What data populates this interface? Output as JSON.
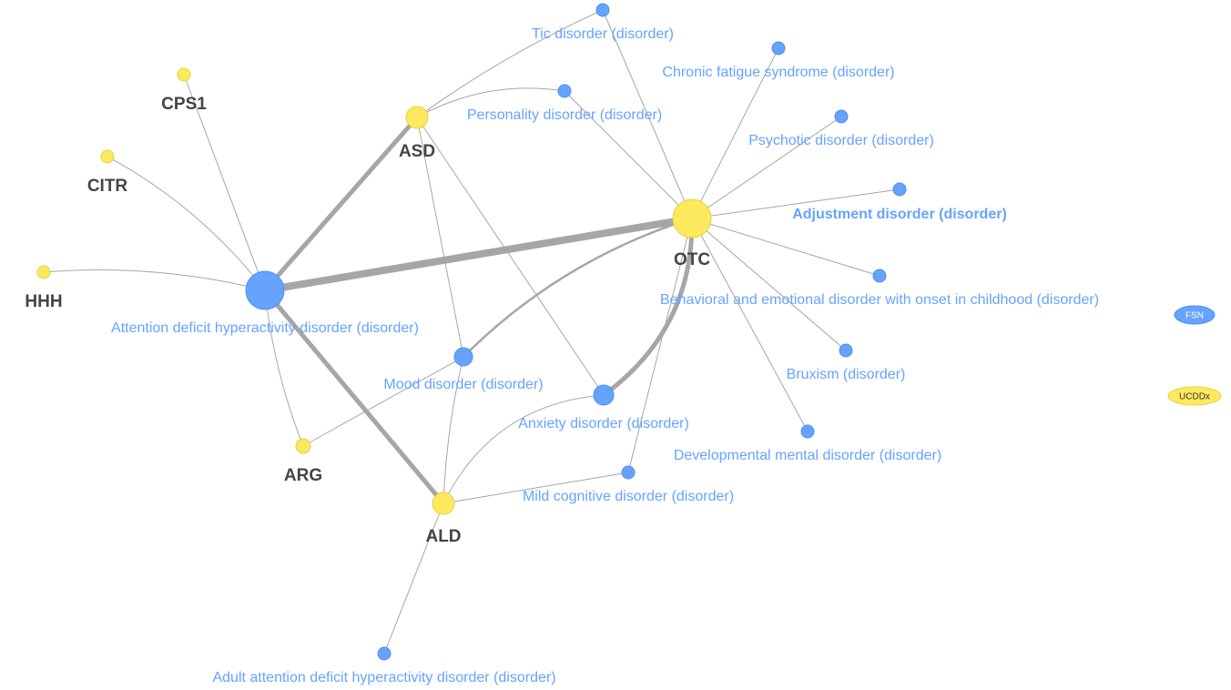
{
  "genes": [
    {
      "id": "CPS1",
      "label": "CPS1"
    },
    {
      "id": "CITR",
      "label": "CITR"
    },
    {
      "id": "HHH",
      "label": "HHH"
    },
    {
      "id": "ASD",
      "label": "ASD"
    },
    {
      "id": "OTC",
      "label": "OTC"
    },
    {
      "id": "ARG",
      "label": "ARG"
    },
    {
      "id": "ALD",
      "label": "ALD"
    }
  ],
  "disorders": [
    {
      "id": "tic",
      "label": "Tic disorder (disorder)"
    },
    {
      "id": "cfs",
      "label": "Chronic fatigue syndrome (disorder)"
    },
    {
      "id": "pers",
      "label": "Personality disorder (disorder)"
    },
    {
      "id": "psych",
      "label": "Psychotic disorder (disorder)"
    },
    {
      "id": "adj",
      "label": "Adjustment disorder (disorder)"
    },
    {
      "id": "behav",
      "label": "Behavioral and emotional disorder with onset in childhood (disorder)"
    },
    {
      "id": "adhd",
      "label": "Attention deficit hyperactivity disorder (disorder)"
    },
    {
      "id": "mood",
      "label": "Mood disorder (disorder)"
    },
    {
      "id": "brux",
      "label": "Bruxism (disorder)"
    },
    {
      "id": "anx",
      "label": "Anxiety disorder (disorder)"
    },
    {
      "id": "dev",
      "label": "Developmental mental disorder (disorder)"
    },
    {
      "id": "mild",
      "label": "Mild cognitive disorder (disorder)"
    },
    {
      "id": "aadhd",
      "label": "Adult attention deficit hyperactivity disorder (disorder)"
    }
  ],
  "isolated": [
    {
      "id": "FSN",
      "label": "FSN",
      "kind": "disorder"
    },
    {
      "id": "UCDDx",
      "label": "UCDDx",
      "kind": "gene"
    }
  ],
  "edges": [
    {
      "from": "adhd",
      "to": "OTC",
      "weight": 5
    },
    {
      "from": "adhd",
      "to": "ASD",
      "weight": 3
    },
    {
      "from": "adhd",
      "to": "ALD",
      "weight": 3
    },
    {
      "from": "OTC",
      "to": "anx",
      "weight": 3
    },
    {
      "from": "OTC",
      "to": "mood",
      "weight": 2
    },
    {
      "from": "adhd",
      "to": "CPS1",
      "weight": 1
    },
    {
      "from": "adhd",
      "to": "CITR",
      "weight": 1
    },
    {
      "from": "adhd",
      "to": "HHH",
      "weight": 1
    },
    {
      "from": "adhd",
      "to": "ARG",
      "weight": 1
    },
    {
      "from": "ASD",
      "to": "tic",
      "weight": 1
    },
    {
      "from": "ASD",
      "to": "pers",
      "weight": 1
    },
    {
      "from": "ASD",
      "to": "mood",
      "weight": 1
    },
    {
      "from": "ASD",
      "to": "anx",
      "weight": 1
    },
    {
      "from": "OTC",
      "to": "tic",
      "weight": 1
    },
    {
      "from": "OTC",
      "to": "cfs",
      "weight": 1
    },
    {
      "from": "OTC",
      "to": "pers",
      "weight": 1
    },
    {
      "from": "OTC",
      "to": "psych",
      "weight": 1
    },
    {
      "from": "OTC",
      "to": "adj",
      "weight": 1
    },
    {
      "from": "OTC",
      "to": "behav",
      "weight": 1
    },
    {
      "from": "OTC",
      "to": "brux",
      "weight": 1
    },
    {
      "from": "OTC",
      "to": "dev",
      "weight": 1
    },
    {
      "from": "OTC",
      "to": "mild",
      "weight": 1
    },
    {
      "from": "mood",
      "to": "ARG",
      "weight": 1
    },
    {
      "from": "mood",
      "to": "ALD",
      "weight": 1
    },
    {
      "from": "ALD",
      "to": "anx",
      "weight": 1
    },
    {
      "from": "ALD",
      "to": "mild",
      "weight": 1
    },
    {
      "from": "ALD",
      "to": "aadhd",
      "weight": 1
    }
  ],
  "colors": {
    "gene": "#fde95f",
    "disorder": "#66a3ff",
    "edge": "#a6a6a6"
  }
}
